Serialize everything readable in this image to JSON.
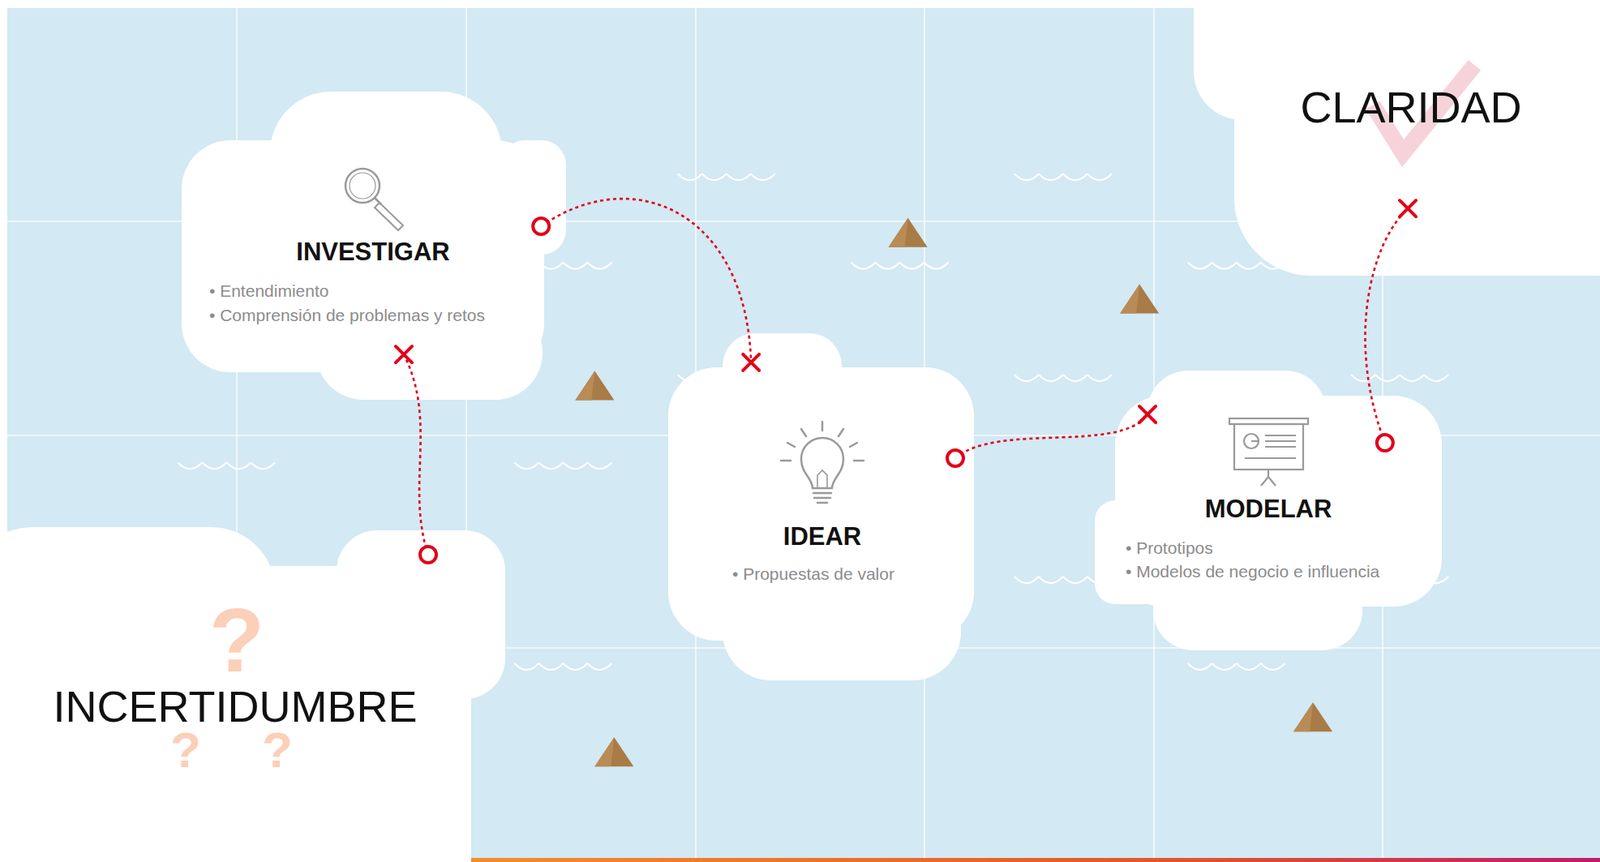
{
  "diagram": {
    "nodes": [
      {
        "text": [
          "INCERTIDUMBRE"
        ]
      },
      {
        "text": [
          "INVESTIGAR",
          "• Entendimiento",
          "• Comprensión de problemas y retos"
        ]
      },
      {
        "text": [
          "IDEAR",
          "• Propuestas de valor"
        ]
      },
      {
        "text": [
          "MODELAR",
          "• Prototipos",
          "• Modelos de negocio e influencia"
        ]
      },
      {
        "text": [
          "CLARIDAD"
        ]
      }
    ],
    "edges": [
      {
        "from": 0,
        "to": 1,
        "arrow": "to"
      },
      {
        "from": 1,
        "to": 2,
        "arrow": "to"
      },
      {
        "from": 2,
        "to": 3,
        "arrow": "to"
      },
      {
        "from": 3,
        "to": 4,
        "arrow": "to"
      }
    ],
    "labels": [
      "?",
      "?",
      "?"
    ]
  }
}
